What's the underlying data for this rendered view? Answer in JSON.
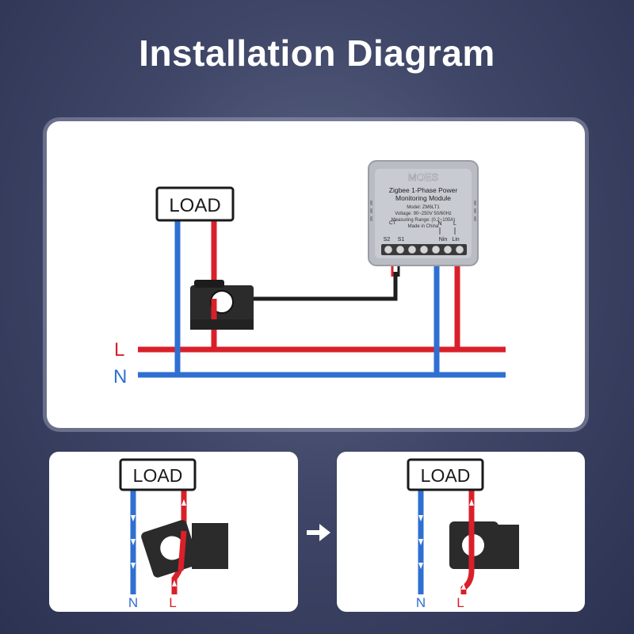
{
  "title": "Installation Diagram",
  "colors": {
    "live": "#d9202a",
    "neutral": "#2f6fd1",
    "ct_body": "#2b2b2b",
    "module_body": "#b9bcc3",
    "text_dark": "#1a1a1a"
  },
  "main_diagram": {
    "load_label": "LOAD",
    "line_l_label": "L",
    "line_n_label": "N",
    "module": {
      "brand": "MOES",
      "name_line1": "Zigbee 1-Phase Power",
      "name_line2": "Monitoring Module",
      "model": "Model: ZM6LT1",
      "voltage": "Voltage: 90~250V 50/60Hz",
      "range": "Measuring Range: (0.2~100A)",
      "origin": "Made in China",
      "ct_label": "CT",
      "terminal_s2": "S2",
      "terminal_s1": "S1",
      "terminal_n_top": "N",
      "terminal_l_top": "L",
      "terminal_nin": "Nin",
      "terminal_lin": "Lin"
    }
  },
  "step_before": {
    "load_label": "LOAD",
    "n_label": "N",
    "l_label": "L"
  },
  "step_after": {
    "load_label": "LOAD",
    "n_label": "N",
    "l_label": "L"
  },
  "icons": {
    "next_step": "arrow-right-icon"
  }
}
